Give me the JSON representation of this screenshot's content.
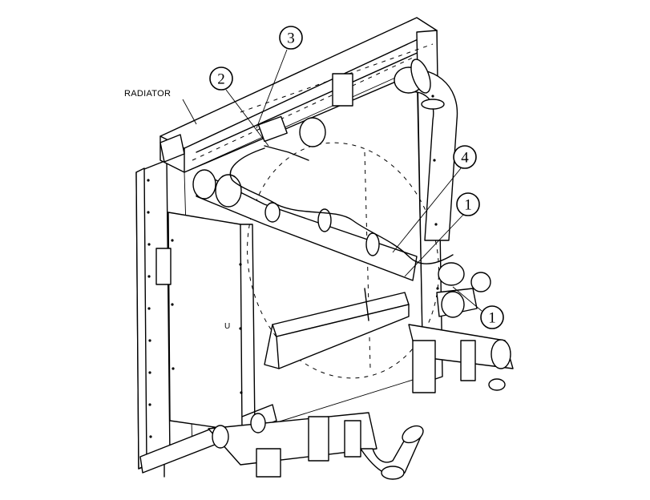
{
  "labels": {
    "radiator": "RADIATOR",
    "panel_mark": "U"
  },
  "callouts": [
    {
      "id": "c1a",
      "text": "1"
    },
    {
      "id": "c1b",
      "text": "1"
    },
    {
      "id": "c2",
      "text": "2"
    },
    {
      "id": "c3",
      "text": "3"
    },
    {
      "id": "c4",
      "text": "4"
    }
  ]
}
